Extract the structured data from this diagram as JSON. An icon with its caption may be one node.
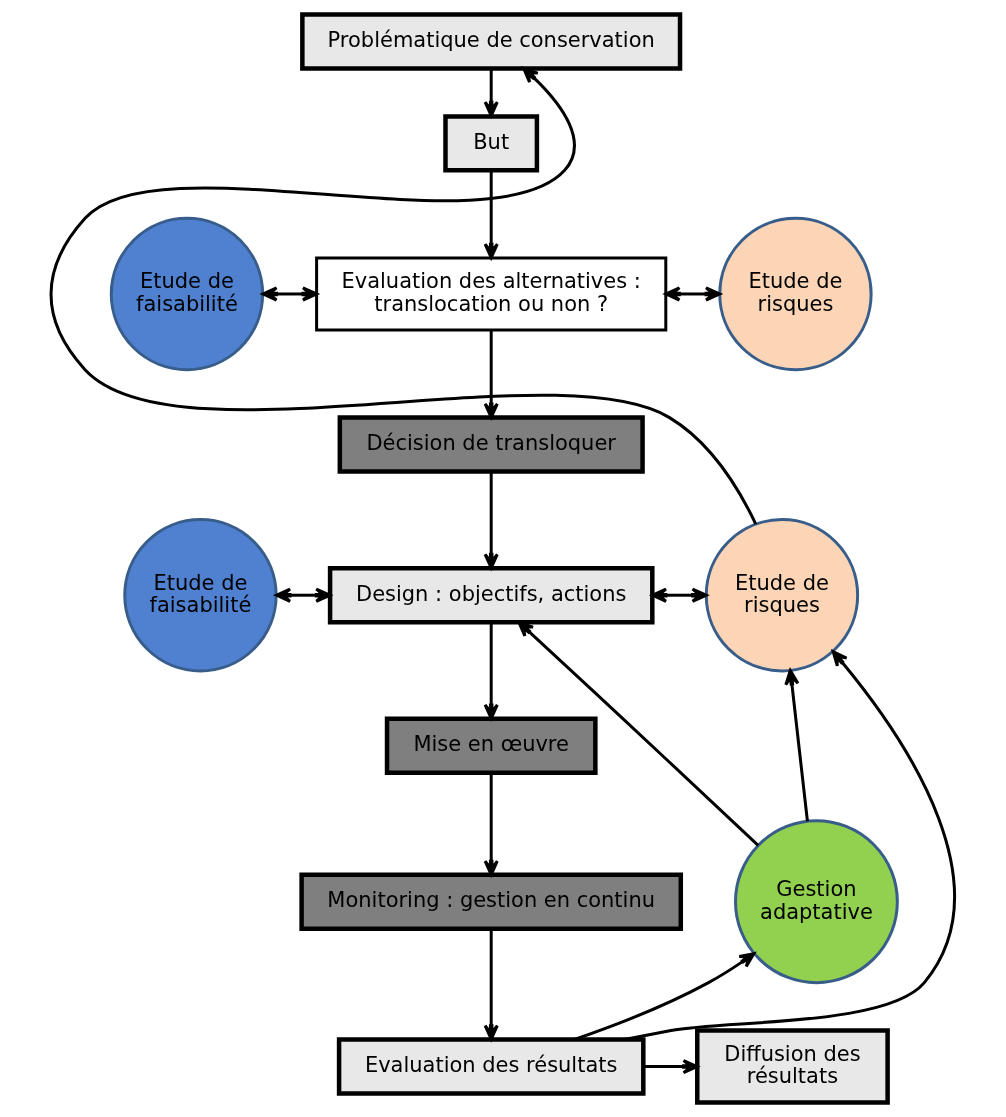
{
  "diagram": {
    "nodes": [
      {
        "text": [
          "Problématique de conservation"
        ]
      },
      {
        "text": [
          "But"
        ]
      },
      {
        "text": [
          "Etude de faisabilité"
        ]
      },
      {
        "text": [
          "Evaluation des alternatives : translocation ou non ?"
        ]
      },
      {
        "text": [
          "Etude de risques"
        ]
      },
      {
        "text": [
          "Décision de transloquer"
        ]
      },
      {
        "text": [
          "Etude de faisabilité"
        ]
      },
      {
        "text": [
          "Design : objectifs, actions"
        ]
      },
      {
        "text": [
          "Etude de risques"
        ]
      },
      {
        "text": [
          "Mise en œuvre"
        ]
      },
      {
        "text": [
          "Gestion adaptative"
        ]
      },
      {
        "text": [
          "Monitoring : gestion en continu"
        ]
      },
      {
        "text": [
          "Diffusion des résultats"
        ]
      },
      {
        "text": [
          "Evaluation des résultats"
        ]
      }
    ],
    "edges": [
      {
        "from": 0,
        "to": 1,
        "arrow": "to"
      },
      {
        "from": 1,
        "to": 3,
        "arrow": "to"
      },
      {
        "from": 2,
        "to": 3,
        "arrow": "both"
      },
      {
        "from": 3,
        "to": 4,
        "arrow": "both"
      },
      {
        "from": 3,
        "to": 5,
        "arrow": "to"
      },
      {
        "from": 5,
        "to": 7,
        "arrow": "to"
      },
      {
        "from": 6,
        "to": 7,
        "arrow": "both"
      },
      {
        "from": 7,
        "to": 8,
        "arrow": "both"
      },
      {
        "from": 8,
        "to": 0,
        "arrow": "to"
      },
      {
        "from": 10,
        "to": 7,
        "arrow": "to"
      },
      {
        "from": 10,
        "to": 8,
        "arrow": "to"
      },
      {
        "from": 7,
        "to": 9,
        "arrow": "to"
      },
      {
        "from": 9,
        "to": 11,
        "arrow": "to"
      },
      {
        "from": 11,
        "to": 13,
        "arrow": "to"
      },
      {
        "from": 13,
        "to": 12,
        "arrow": "to"
      },
      {
        "from": 13,
        "to": 10,
        "arrow": "to"
      },
      {
        "from": 13,
        "to": 8,
        "arrow": "to"
      }
    ]
  }
}
